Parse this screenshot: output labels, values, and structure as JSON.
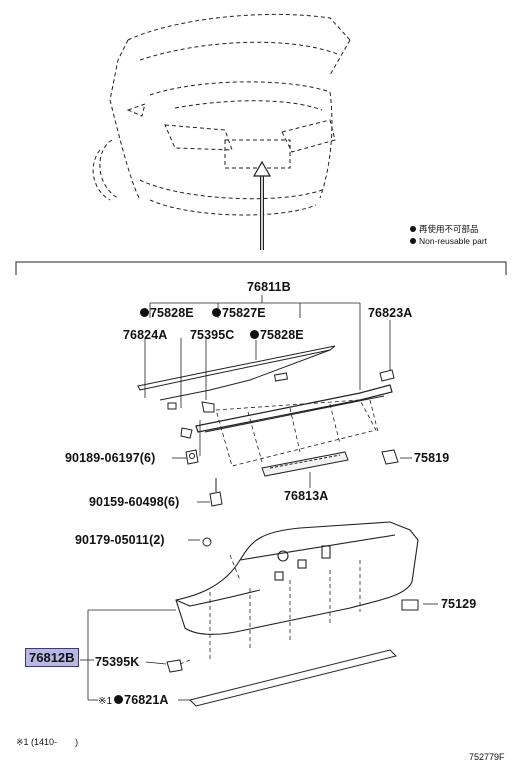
{
  "legend": {
    "jp": "再使用不可部品",
    "en": "Non-reusable part"
  },
  "parts": {
    "p76811B": "76811B",
    "p75828E_a": "75828E",
    "p75827E": "75827E",
    "p76823A": "76823A",
    "p76824A": "76824A",
    "p75395C": "75395C",
    "p75828E_b": "75828E",
    "p90189": "90189-06197(6)",
    "p75819": "75819",
    "p90159": "90159-60498(6)",
    "p76813A": "76813A",
    "p90179": "90179-05011(2)",
    "p75129": "75129",
    "p76812B": "76812B",
    "p75395K": "75395K",
    "p76821A": "76821A",
    "note_mark": "※1"
  },
  "footer": {
    "note": "※1 (1410-　　)",
    "code": "752779F"
  }
}
